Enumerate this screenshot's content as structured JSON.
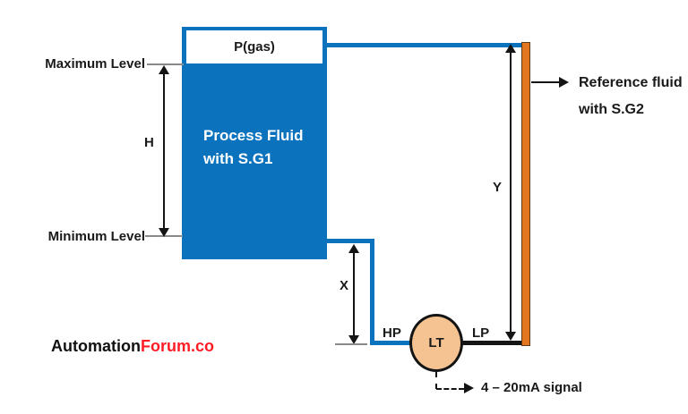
{
  "colors": {
    "tank_blue": "#0b72be",
    "pipe_blue": "#0b72be",
    "reference_orange": "#e2761f",
    "transmitter_fill": "#f5c392",
    "tick_gray": "#8a8a8a",
    "logo_red": "#ff1d25"
  },
  "tank": {
    "gas_label": "P(gas)",
    "fluid_line1": "Process Fluid",
    "fluid_line2": "with S.G1"
  },
  "levels": {
    "maximum_label": "Maximum Level",
    "minimum_label": "Minimum Level"
  },
  "dims": {
    "h": "H",
    "x": "X",
    "y": "Y"
  },
  "transmitter": {
    "label": "LT",
    "hp_label": "HP",
    "lp_label": "LP"
  },
  "signal": {
    "label": "4 – 20mA signal"
  },
  "reference": {
    "line1": "Reference fluid",
    "line2": "with S.G2"
  },
  "logo": {
    "black_part": "Automation",
    "red_part": "Forum.co"
  }
}
